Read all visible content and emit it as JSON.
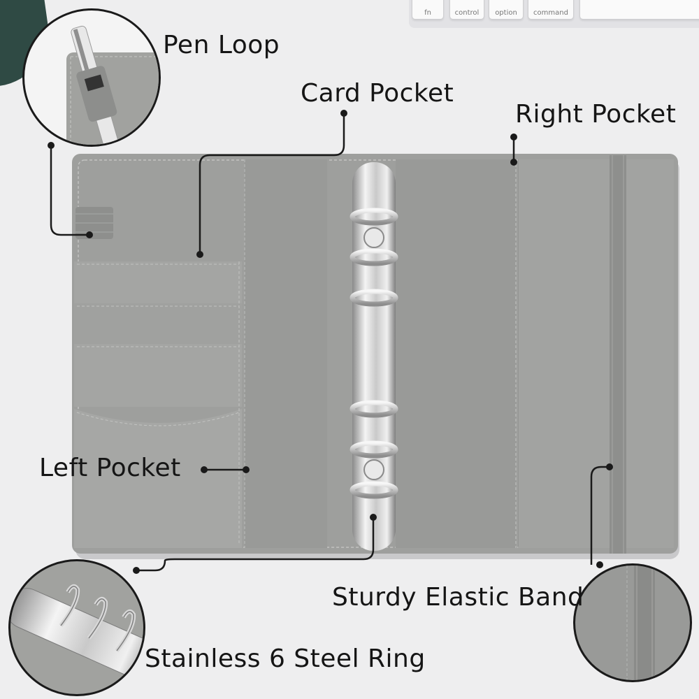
{
  "keyboard": {
    "keys": [
      "fn",
      "control",
      "option",
      "command"
    ]
  },
  "labels": {
    "pen_loop": "Pen Loop",
    "card_pocket": "Card Pocket",
    "right_pocket": "Right Pocket",
    "left_pocket": "Left Pocket",
    "elastic_band": "Sturdy Elastic Band",
    "steel_ring": "Stainless 6 Steel Ring"
  },
  "colors": {
    "background": "#eeeeef",
    "leather": "#9e9f9d",
    "leather_dark": "#8c8d8b",
    "metal": "#d9d9d9",
    "leader_line": "#1a1a1a"
  }
}
